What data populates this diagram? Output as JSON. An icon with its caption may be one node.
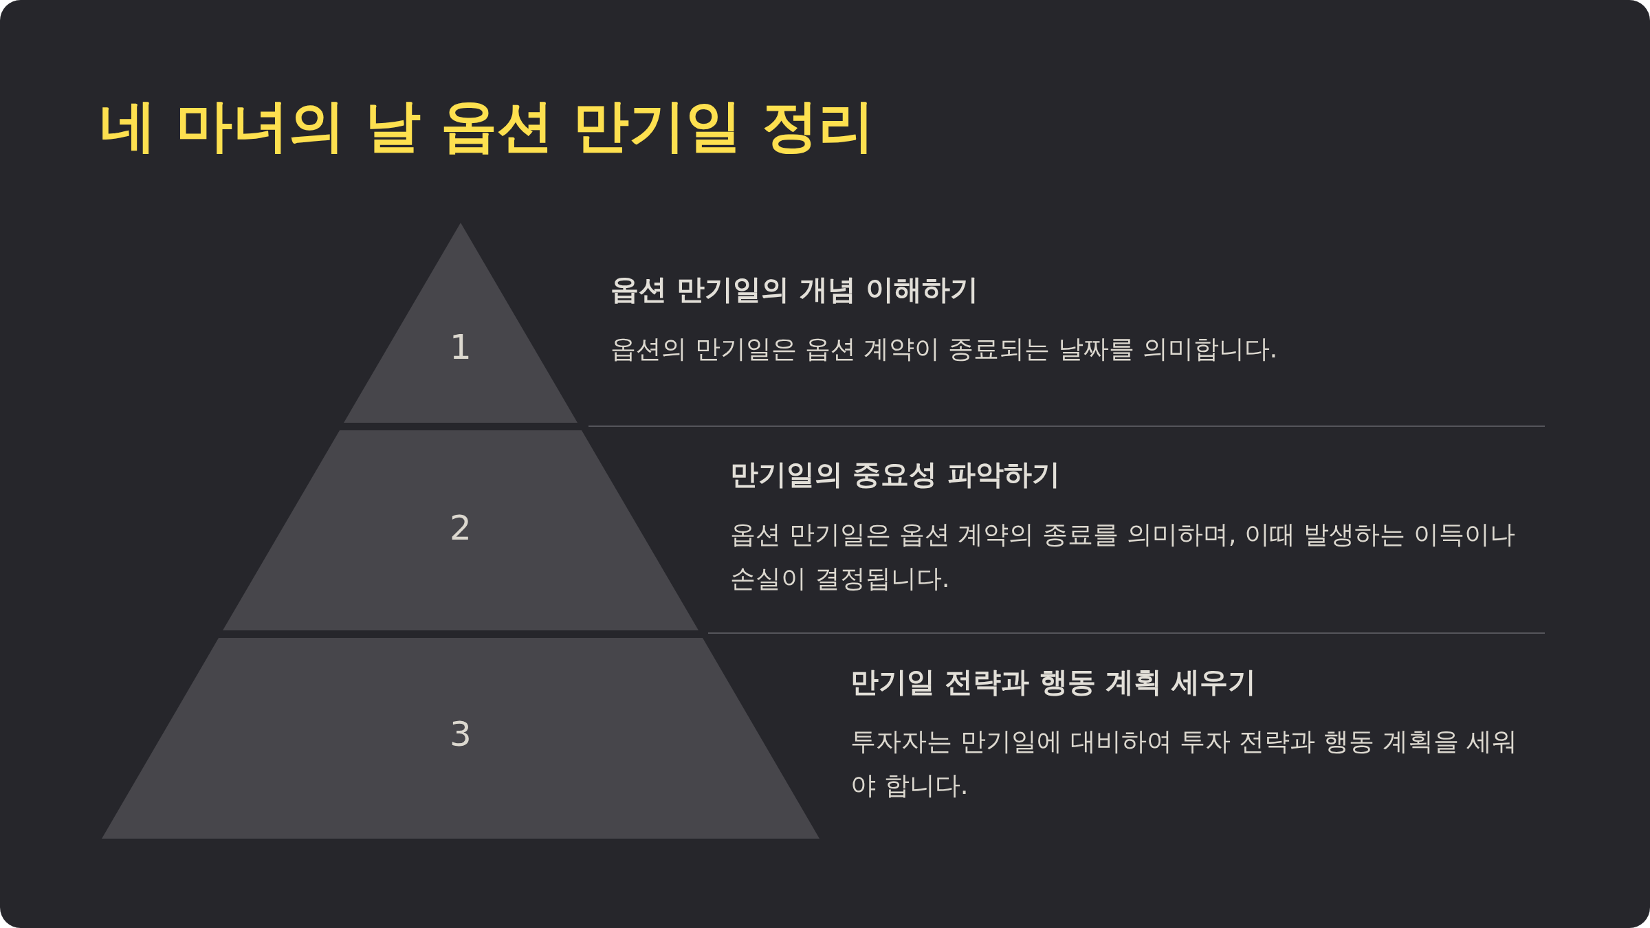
{
  "diagram": {
    "title": "네 마녀의 날 옵션 만기일 정리",
    "nodes": [
      {
        "text": [
          "1"
        ],
        "beside": [
          "옵션 만기일의 개념 이해하기",
          "옵션의 만기일은 옵션 계약이 종료되는 날짜를 의미합니다."
        ]
      },
      {
        "text": [
          "2"
        ],
        "beside": [
          "만기일의 중요성 파악하기",
          "옵션 만기일은 옵션 계약의 종료를 의미하며, 이때 발생하는 이득이나 손실이 결정됩니다."
        ]
      },
      {
        "text": [
          "3"
        ],
        "beside": [
          "만기일 전략과 행동 계획 세우기",
          "투자자는 만기일에 대비하여 투자 전략과 행동 계획을 세워야 합니다."
        ]
      }
    ]
  }
}
